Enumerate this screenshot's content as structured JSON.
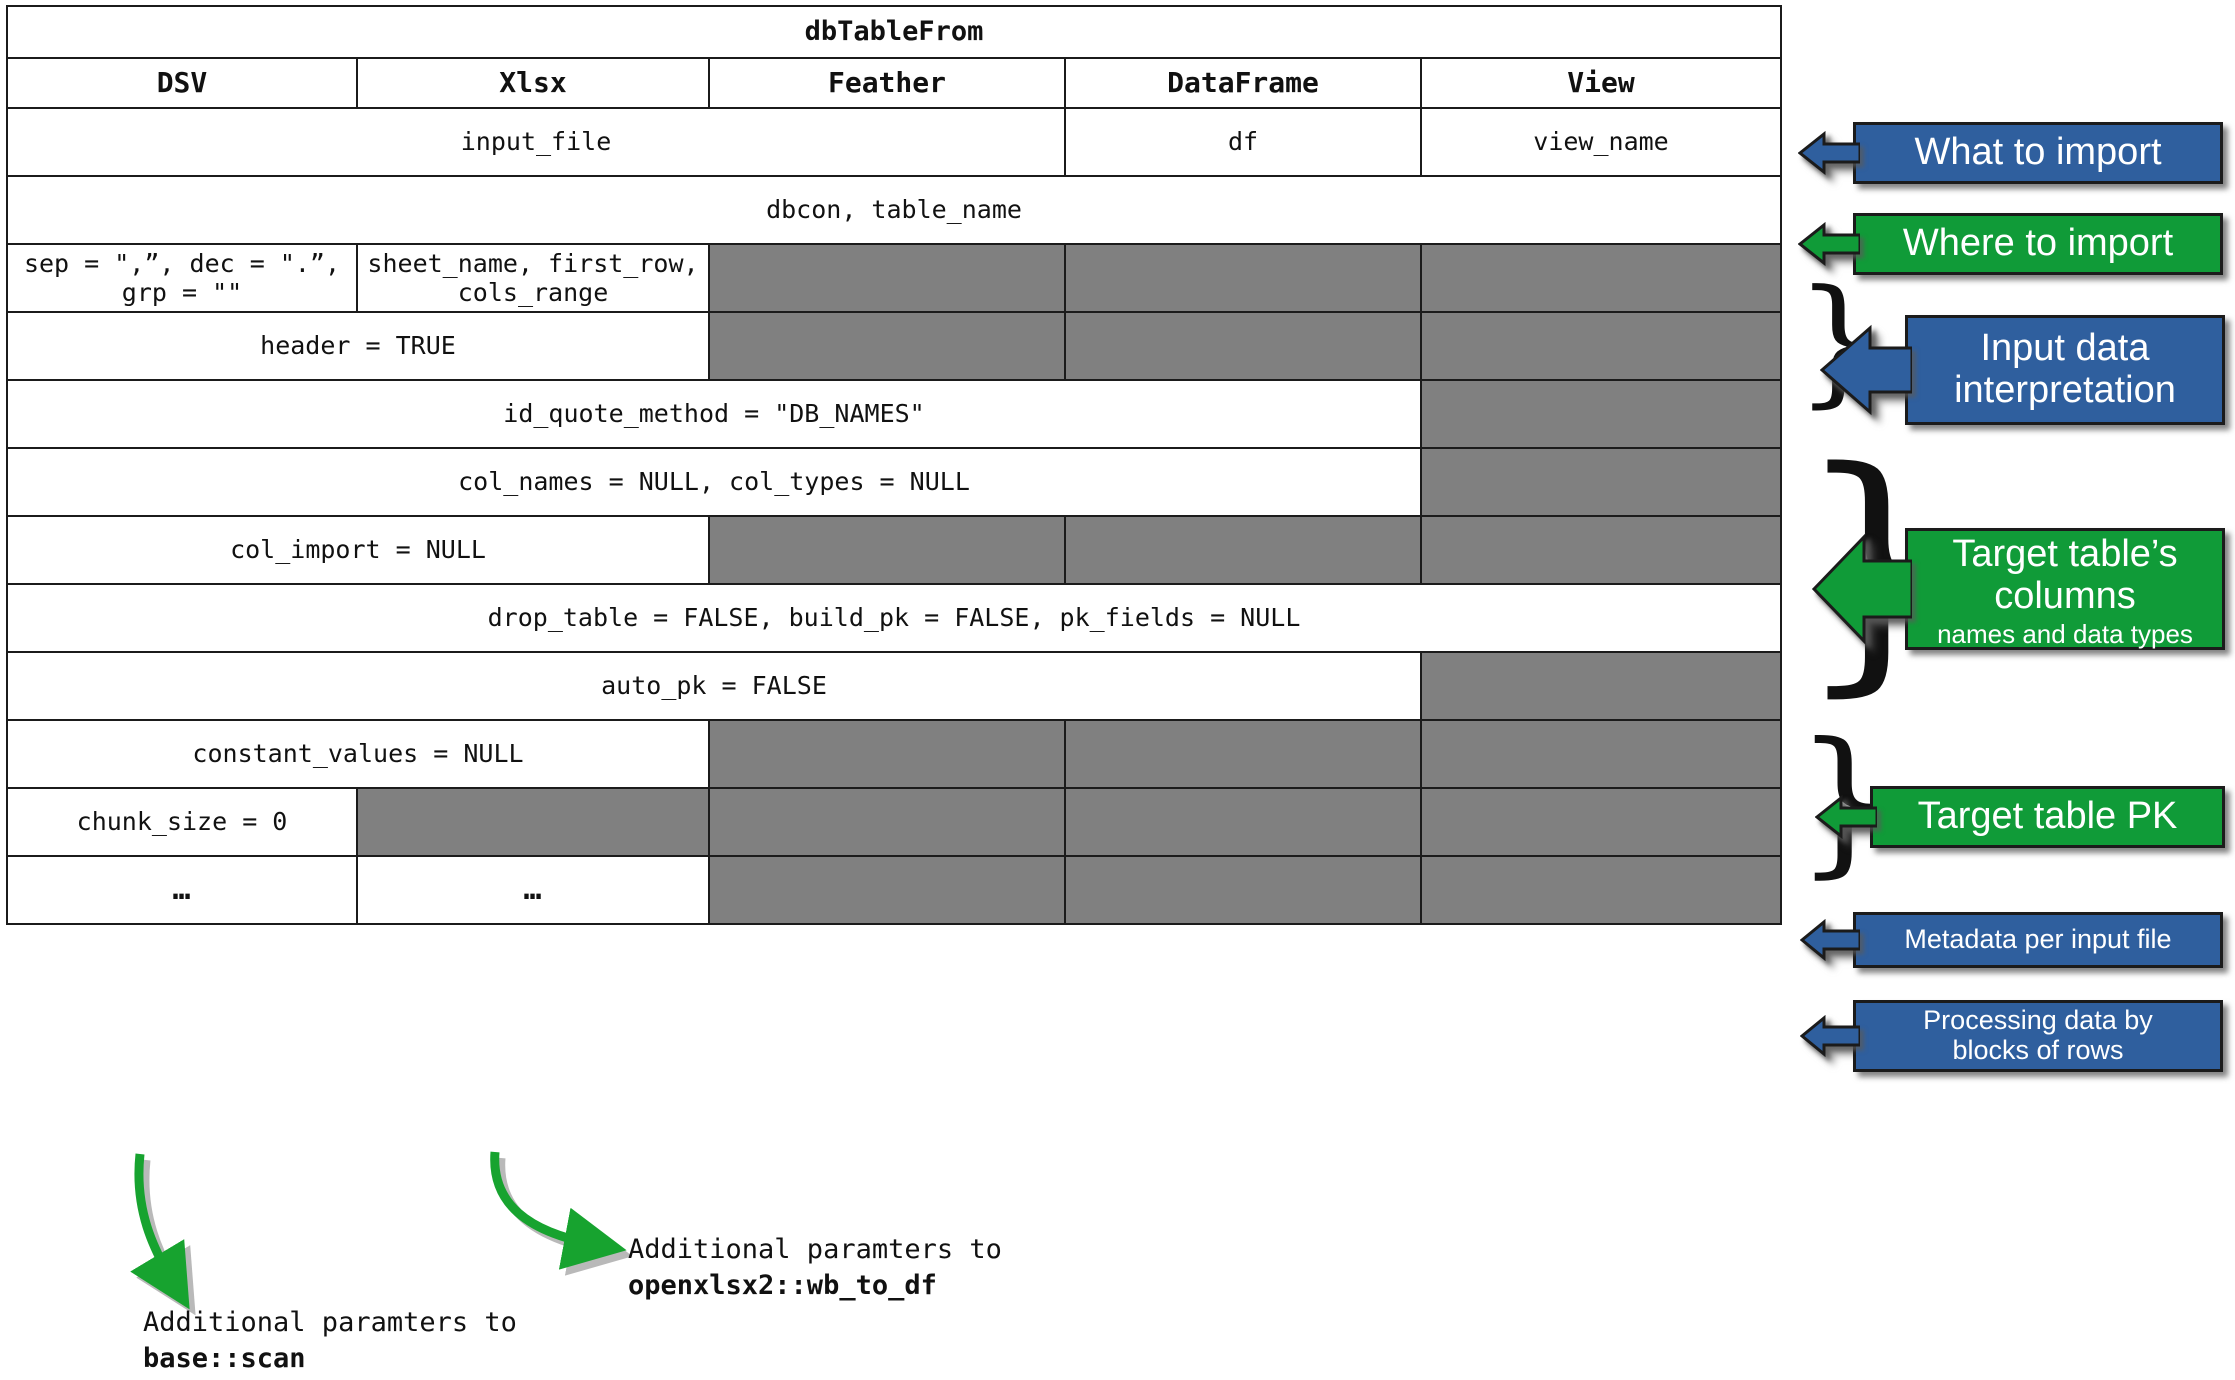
{
  "table": {
    "title": "dbTableFrom",
    "columns": [
      "DSV",
      "Xlsx",
      "Feather",
      "DataFrame",
      "View"
    ],
    "rows": [
      {
        "id": "what-to-import",
        "cells": [
          {
            "text": "input_file",
            "span": 3,
            "state": "active"
          },
          {
            "text": "df",
            "span": 1,
            "state": "active"
          },
          {
            "text": "view_name",
            "span": 1,
            "state": "active"
          }
        ]
      },
      {
        "id": "where-to-import",
        "cells": [
          {
            "text": "dbcon, table_name",
            "span": 5,
            "state": "active"
          }
        ]
      },
      {
        "id": "sep-dec-grp",
        "cells": [
          {
            "text": "sep = \",”, dec = \".”,\ngrp = \"\"",
            "span": 1,
            "state": "active"
          },
          {
            "text": "sheet_name, first_row,\ncols_range",
            "span": 1,
            "state": "active"
          },
          {
            "text": "",
            "span": 1,
            "state": "disabled"
          },
          {
            "text": "",
            "span": 1,
            "state": "disabled"
          },
          {
            "text": "",
            "span": 1,
            "state": "disabled"
          }
        ]
      },
      {
        "id": "header",
        "cells": [
          {
            "text": "header = TRUE",
            "span": 2,
            "state": "active"
          },
          {
            "text": "",
            "span": 1,
            "state": "disabled"
          },
          {
            "text": "",
            "span": 1,
            "state": "disabled"
          },
          {
            "text": "",
            "span": 1,
            "state": "disabled"
          }
        ]
      },
      {
        "id": "id-quote-method",
        "cells": [
          {
            "text": "id_quote_method = \"DB_NAMES\"",
            "span": 4,
            "state": "active"
          },
          {
            "text": "",
            "span": 1,
            "state": "disabled"
          }
        ]
      },
      {
        "id": "col-names-types",
        "cells": [
          {
            "text": "col_names = NULL, col_types = NULL",
            "span": 4,
            "state": "active"
          },
          {
            "text": "",
            "span": 1,
            "state": "disabled"
          }
        ]
      },
      {
        "id": "col-import",
        "cells": [
          {
            "text": "col_import = NULL",
            "span": 2,
            "state": "active"
          },
          {
            "text": "",
            "span": 1,
            "state": "disabled"
          },
          {
            "text": "",
            "span": 1,
            "state": "disabled"
          },
          {
            "text": "",
            "span": 1,
            "state": "disabled"
          }
        ]
      },
      {
        "id": "drop-table-build-pk",
        "cells": [
          {
            "text": "drop_table = FALSE, build_pk = FALSE, pk_fields = NULL",
            "span": 5,
            "state": "active"
          }
        ]
      },
      {
        "id": "auto-pk",
        "cells": [
          {
            "text": "auto_pk = FALSE",
            "span": 4,
            "state": "active"
          },
          {
            "text": "",
            "span": 1,
            "state": "disabled"
          }
        ]
      },
      {
        "id": "constant-values",
        "cells": [
          {
            "text": "constant_values = NULL",
            "span": 2,
            "state": "active"
          },
          {
            "text": "",
            "span": 1,
            "state": "disabled"
          },
          {
            "text": "",
            "span": 1,
            "state": "disabled"
          },
          {
            "text": "",
            "span": 1,
            "state": "disabled"
          }
        ]
      },
      {
        "id": "chunk-size",
        "cells": [
          {
            "text": "chunk_size = 0",
            "span": 1,
            "state": "active"
          },
          {
            "text": "",
            "span": 1,
            "state": "disabled"
          },
          {
            "text": "",
            "span": 1,
            "state": "disabled"
          },
          {
            "text": "",
            "span": 1,
            "state": "disabled"
          },
          {
            "text": "",
            "span": 1,
            "state": "disabled"
          }
        ]
      },
      {
        "id": "ellipsis",
        "cells": [
          {
            "text": "…",
            "span": 1,
            "state": "active",
            "kind": "dots"
          },
          {
            "text": "…",
            "span": 1,
            "state": "active",
            "kind": "dots"
          },
          {
            "text": "",
            "span": 1,
            "state": "disabled"
          },
          {
            "text": "",
            "span": 1,
            "state": "disabled"
          },
          {
            "text": "",
            "span": 1,
            "state": "disabled"
          }
        ]
      }
    ]
  },
  "callouts": [
    {
      "id": "what-to-import",
      "label": "What to import",
      "color": "blue",
      "hex": "#2F5F9E"
    },
    {
      "id": "where-to-import",
      "label": "Where to import",
      "color": "green",
      "hex": "#109B38"
    },
    {
      "id": "input-data-interpretation",
      "label": "Input data\ninterpretation",
      "color": "blue",
      "hex": "#2F5F9E"
    },
    {
      "id": "target-table-columns",
      "label": "Target table’s\ncolumns",
      "sublabel": "names and data types",
      "color": "green",
      "hex": "#109B38"
    },
    {
      "id": "target-table-pk",
      "label": "Target table PK",
      "color": "green",
      "hex": "#109B38"
    },
    {
      "id": "metadata-per-input-file",
      "label": "Metadata per input file",
      "color": "blue",
      "hex": "#2F5F9E"
    },
    {
      "id": "processing-data-by-blocks",
      "label": "Processing data by\nblocks of rows",
      "color": "blue",
      "hex": "#2F5F9E"
    }
  ],
  "annotations": [
    {
      "id": "base-scan",
      "line1": "Additional paramters to",
      "line2": "base::scan"
    },
    {
      "id": "wb-to-df",
      "line1": "Additional paramters to",
      "line2": "openxlsx2::wb_to_df"
    }
  ],
  "colors": {
    "blue": "#2F5F9E",
    "green": "#109B38",
    "disabled_cell": "#808080",
    "border": "#1b1b1b",
    "arrow_green": "#17A32F"
  }
}
